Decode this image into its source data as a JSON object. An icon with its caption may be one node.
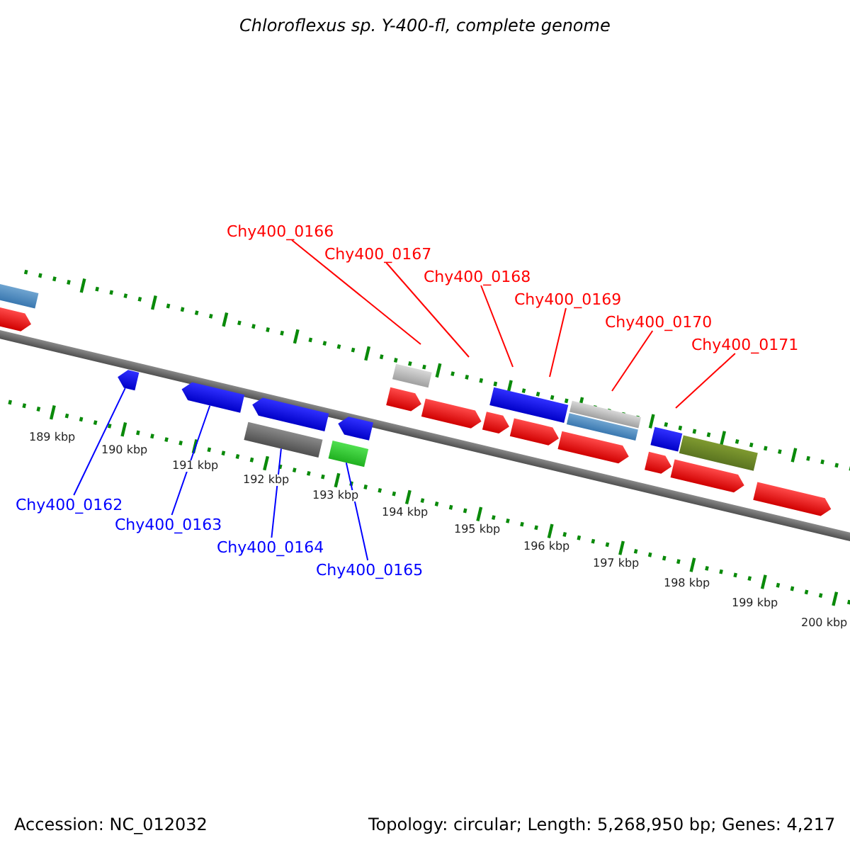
{
  "diagram": {
    "title": "Chloroflexus sp. Y-400-fl, complete genome",
    "nodes": [
      {
        "text": [
          "Chy400_0166"
        ]
      },
      {
        "text": [
          "Chy400_0167"
        ]
      },
      {
        "text": [
          "Chy400_0168"
        ]
      },
      {
        "text": [
          "Chy400_0169"
        ]
      },
      {
        "text": [
          "Chy400_0170"
        ]
      },
      {
        "text": [
          "Chy400_0171"
        ]
      },
      {
        "text": [
          "Chy400_0162"
        ]
      },
      {
        "text": [
          "Chy400_0163"
        ]
      },
      {
        "text": [
          "Chy400_0164"
        ]
      },
      {
        "text": [
          "Chy400_0165"
        ]
      },
      {
        "text": [],
        "shape": "bar"
      },
      {
        "text": [],
        "shape": "bar"
      },
      {
        "text": [],
        "shape": "bar"
      },
      {
        "text": [],
        "shape": "bar"
      }
    ],
    "edges": [
      {
        "from": 0,
        "to": null,
        "arrow": "none"
      },
      {
        "from": 1,
        "to": null,
        "arrow": "none"
      },
      {
        "from": 2,
        "to": null,
        "arrow": "none"
      },
      {
        "from": 3,
        "to": null,
        "arrow": "none"
      },
      {
        "from": 4,
        "to": null,
        "arrow": "none"
      },
      {
        "from": 5,
        "to": null,
        "arrow": "none"
      },
      {
        "from": 6,
        "to": 10,
        "arrow": "none",
        "color": "#0000ff"
      },
      {
        "from": 7,
        "to": 11,
        "arrow": "none",
        "color": "#0000ff"
      },
      {
        "from": 8,
        "to": 12,
        "arrow": "none",
        "color": "#0000ff"
      },
      {
        "from": 9,
        "to": 13,
        "arrow": "none",
        "color": "#0000ff"
      }
    ],
    "labels": [
      "189 kbp",
      "190 kbp",
      "191 kbp",
      "192 kbp",
      "193 kbp",
      "194 kbp",
      "195 kbp",
      "196 kbp",
      "197 kbp",
      "198 kbp",
      "199 kbp",
      "200 kbp",
      "Accession: NC_012032",
      "Topology: circular; Length: 5,268,950 bp; Genes: 4,217"
    ]
  }
}
